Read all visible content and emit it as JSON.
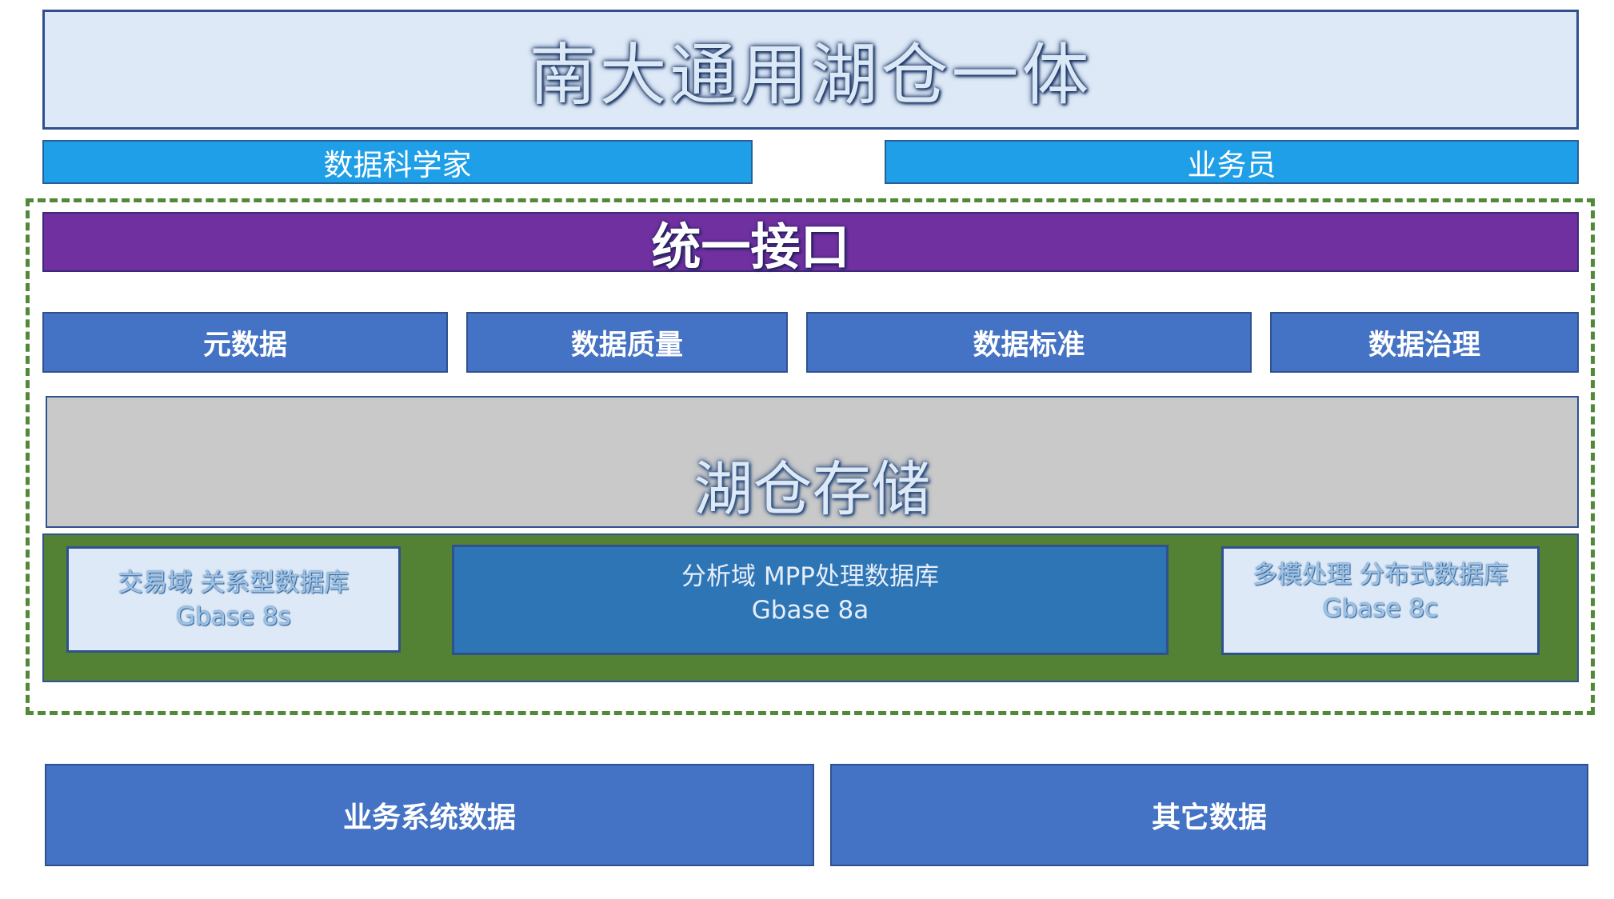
{
  "title": "南大通用湖仓一体",
  "roles": [
    "数据科学家",
    "业务员"
  ],
  "interface": "统一接口",
  "governance": [
    "元数据",
    "数据质量",
    "数据标准",
    "数据治理"
  ],
  "storage": "湖仓存储",
  "databases": [
    {
      "line1": "交易域   关系型数据库",
      "line2": "Gbase 8s"
    },
    {
      "line1": "分析域    MPP处理数据库",
      "line2": "Gbase 8a"
    },
    {
      "line1": "多模处理  分布式数据库",
      "line2": "Gbase 8c"
    }
  ],
  "sources": [
    "业务系统数据",
    "其它数据"
  ],
  "colors": {
    "banner": "#dde9f7",
    "role": "#1e9fe8",
    "interface": "#7030a0",
    "governance": "#4472c4",
    "storage": "#c9c9c9",
    "db_layer": "#548235",
    "db_highlight": "#2e75b6",
    "frame_dash": "#52883a"
  }
}
